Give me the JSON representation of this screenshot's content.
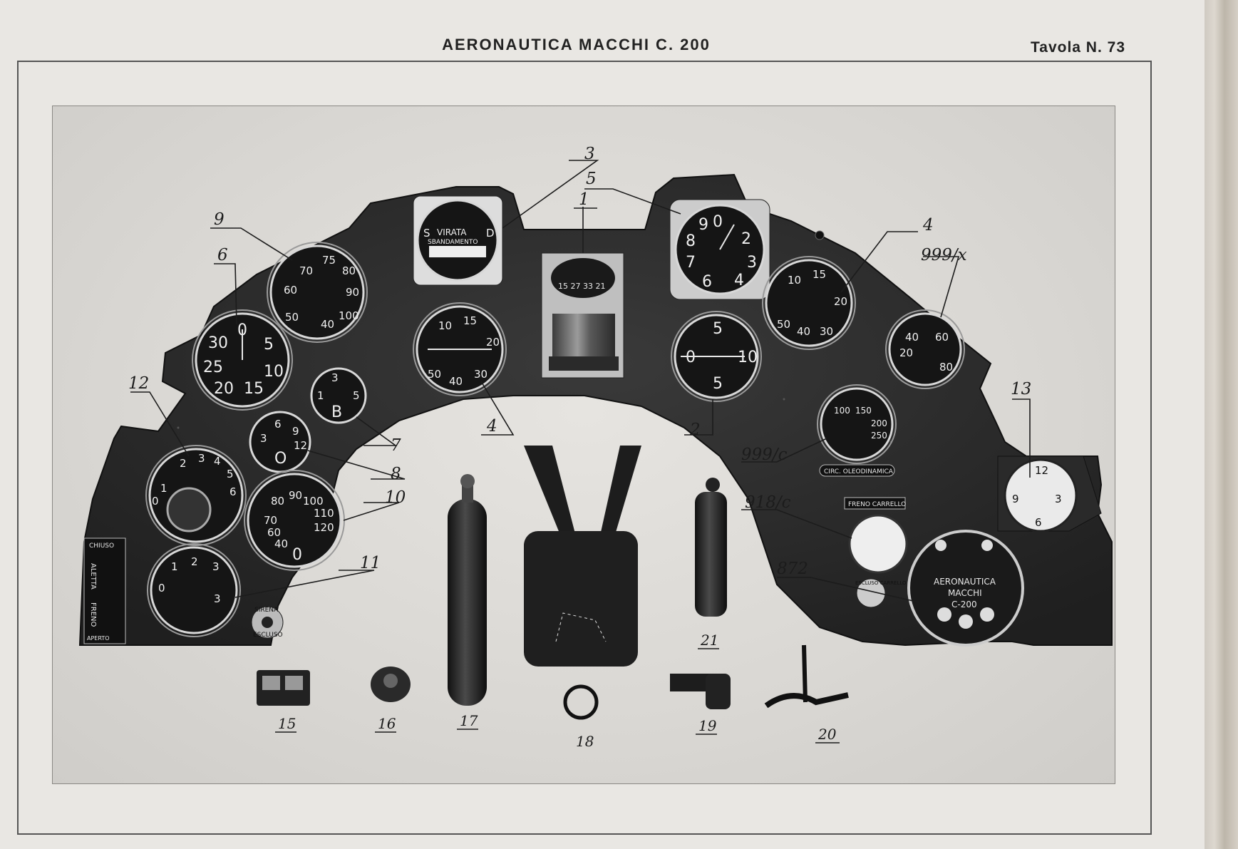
{
  "header": {
    "title": "AERONAUTICA MACCHI C. 200",
    "plate": "Tavola N. 73"
  },
  "panel_labels": {
    "l1": "1",
    "l2": "2",
    "l3": "3",
    "l4a": "4",
    "l4b": "4",
    "l5": "5",
    "l6": "6",
    "l7": "7",
    "l8": "8",
    "l9": "9",
    "l10": "10",
    "l11": "11",
    "l12": "12",
    "l13": "13",
    "l999x": "999/x",
    "l999c": "999/c",
    "l918c": "918/c",
    "l872": "872"
  },
  "accessory_labels": {
    "l15": "15",
    "l16": "16",
    "l17": "17",
    "l18": "18",
    "l19": "19",
    "l20": "20",
    "l21": "21"
  },
  "instrument_texts": {
    "virata": "VIRATA",
    "sbandamento": "SBANDAMENTO",
    "s": "S",
    "d": "D",
    "freno_carrello": "FRENO CARRELLO",
    "circ": "CIRC. OLEODINAMICA",
    "sirena": "SIRENA",
    "escluso": "ESCLUSO",
    "chiuso": "CHIUSO",
    "aperto": "APERTO",
    "aletta": "ALETTA",
    "freno": "FRENO",
    "escluso_carrello": "ESCLUSO CARRELLO",
    "brand1": "AERONAUTICA",
    "brand2": "MACCHI",
    "brand3": "C-200",
    "b": "B",
    "o": "O"
  }
}
